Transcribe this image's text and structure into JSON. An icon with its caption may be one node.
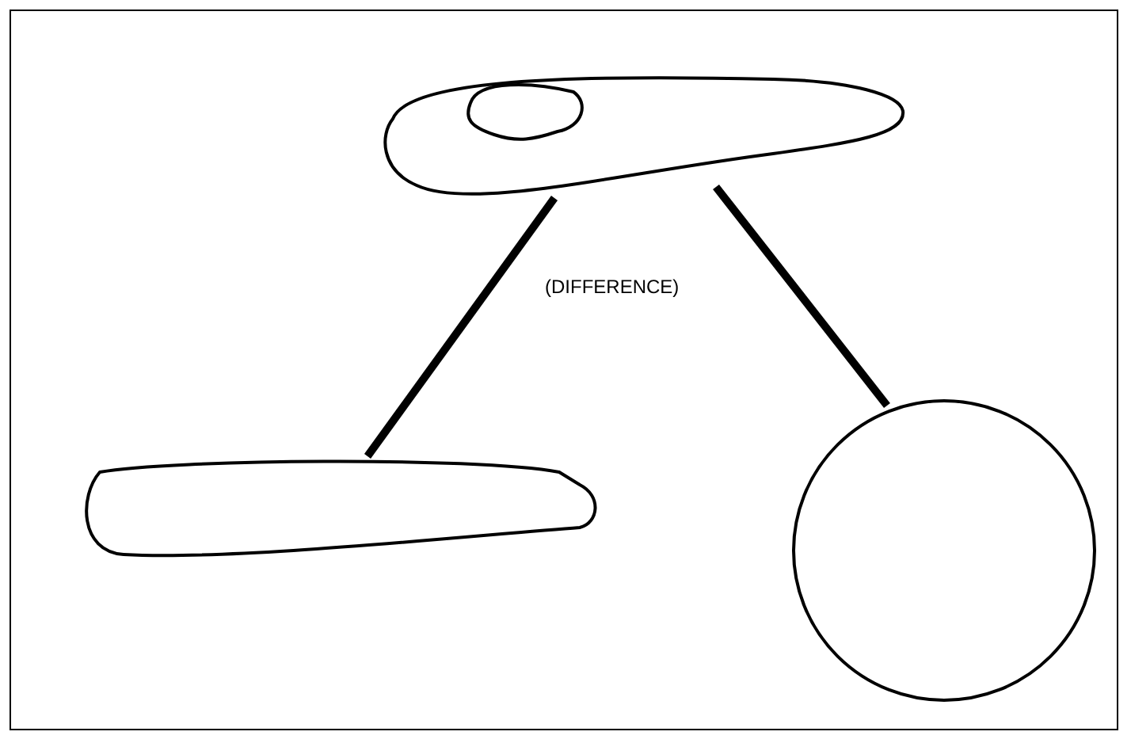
{
  "diagram": {
    "nodes": [
      {
        "text": [],
        "shape": "blob"
      },
      {
        "text": [],
        "shape": "blob",
        "in": 0
      },
      {
        "text": [],
        "shape": "blob"
      },
      {
        "text": [],
        "shape": "circle"
      }
    ],
    "edges": [
      {
        "from": 0,
        "to": 2,
        "arrow": "none"
      },
      {
        "from": 0,
        "to": 3,
        "arrow": "none"
      }
    ],
    "labels": [
      "(DIFFERENCE)"
    ]
  }
}
